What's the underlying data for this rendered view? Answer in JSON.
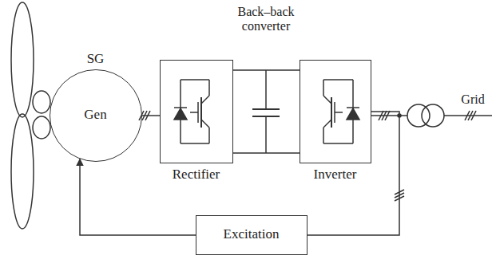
{
  "diagram": {
    "nodes": [
      {
        "text": [
          "SG",
          "Gen"
        ]
      },
      {
        "text": [
          "Rectifier"
        ]
      },
      {
        "text": [
          "Inverter"
        ]
      },
      {
        "text": [
          "Excitation"
        ]
      }
    ],
    "edges": [
      {
        "from": 0,
        "to": 1,
        "arrow": "none"
      },
      {
        "from": 1,
        "to": 2,
        "arrow": "none"
      },
      {
        "from": 2,
        "to": 3,
        "arrow": "none"
      },
      {
        "from": 3,
        "to": 0,
        "arrow": "to"
      }
    ],
    "labels": [
      "Back–back converter",
      "Grid"
    ]
  }
}
